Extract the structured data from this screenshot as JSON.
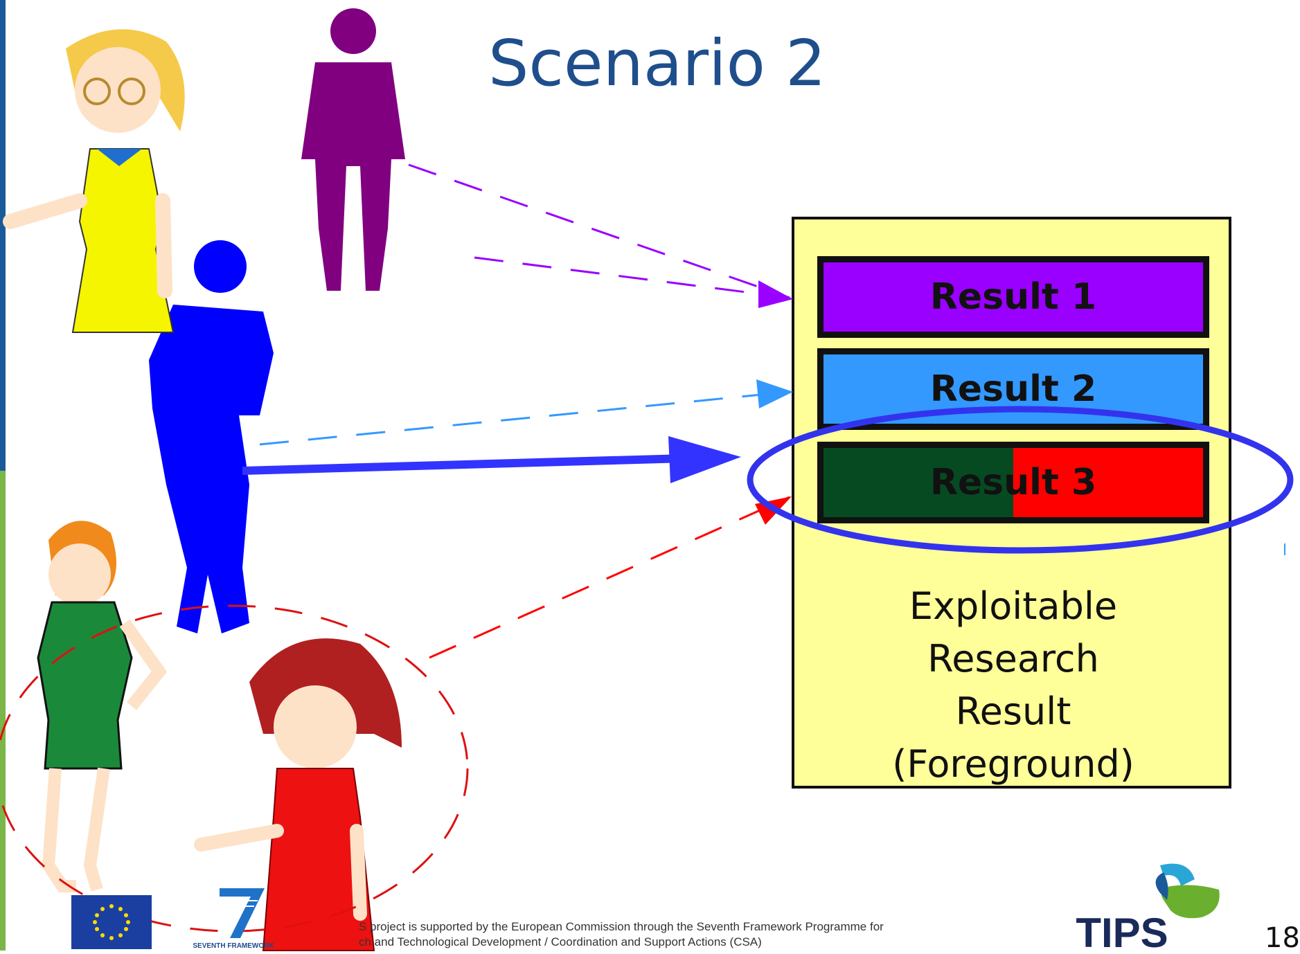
{
  "slide": {
    "title": "Scenario 2",
    "page_number": "18",
    "footer_line1": "S project is supported by the European Commission through the Seventh Framework Programme for",
    "footer_line2": "ch and Technological Development / Coordination and Support Actions (CSA)"
  },
  "erp_box": {
    "label_line1": "Exploitable",
    "label_line2": "Research",
    "label_line3": "Result",
    "label_line4": "(Foreground)",
    "results": [
      {
        "label": "Result 1",
        "color": "#9900ff"
      },
      {
        "label": "Result 2",
        "color": "#3399ff"
      },
      {
        "label": "Result 3",
        "colors": [
          "#064a22",
          "#ff0000"
        ]
      }
    ]
  },
  "logos": {
    "fp7_text": "SEVENTH FRAMEWORK",
    "tips_text": "TIPS"
  },
  "colors": {
    "title": "#1f4e8c",
    "purple_person": "#800080",
    "blue_person": "#0000ff",
    "highlight_ellipse": "#3333ee",
    "purple_arrow": "#9900ff",
    "blue_arrow": "#3399ff",
    "red_arrow": "#ff0000"
  }
}
